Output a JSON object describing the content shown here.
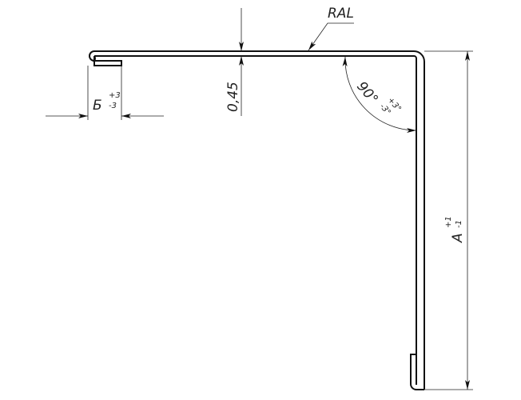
{
  "drawing": {
    "coating_label": "RAL",
    "thickness_label": "0,45",
    "hem_width": {
      "label": "Б",
      "tol_plus": "+3",
      "tol_minus": "-3"
    },
    "angle": {
      "label": "90°",
      "tol_plus": "+3°",
      "tol_minus": "-3°"
    },
    "height": {
      "label": "A",
      "tol_plus": "+1",
      "tol_minus": "-1"
    },
    "line_color": "#111111"
  }
}
